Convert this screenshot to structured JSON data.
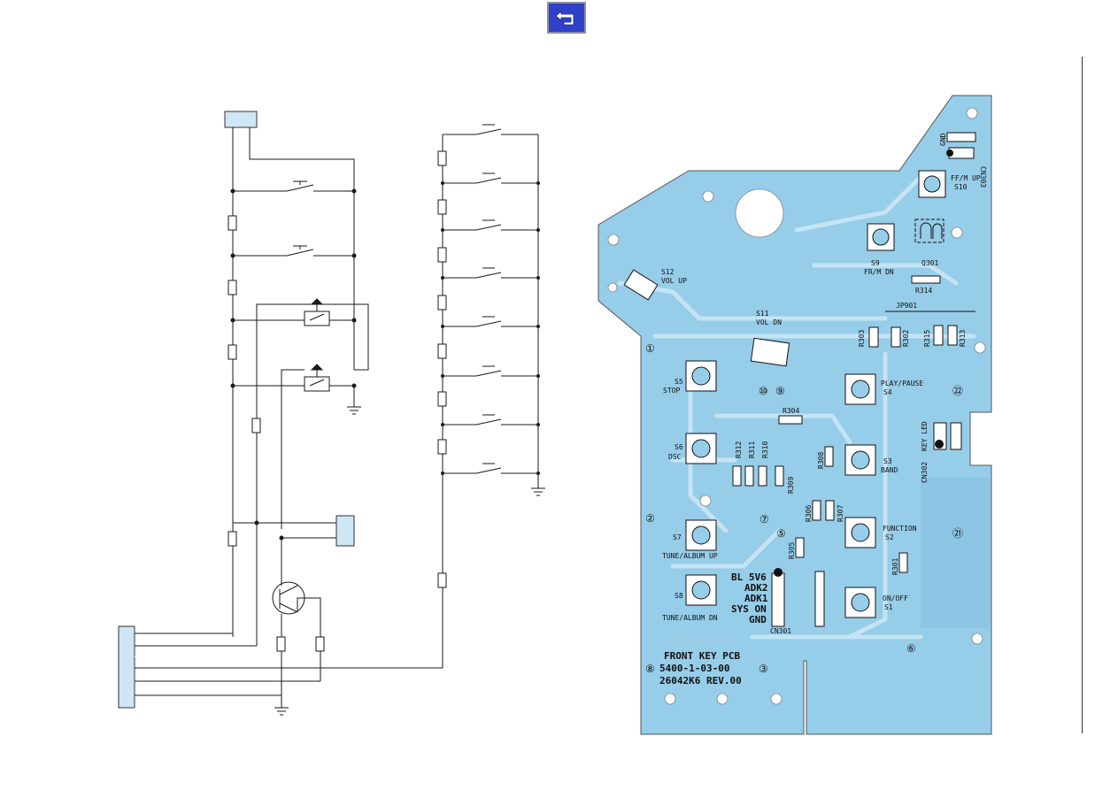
{
  "nav": {
    "back_icon": "return-arrow-icon"
  },
  "colors": {
    "button_bg": "#2f41c8",
    "pcb_fill": "#96cde9",
    "pcb_trace": "#c4e4f4"
  },
  "pcb": {
    "switches": {
      "s12": "S12",
      "s12_name": "VOL UP",
      "s11": "S11",
      "s11_name": "VOL DN",
      "s10": "S10",
      "s10_name": "FF/M UP",
      "s9": "S9",
      "s9_name": "FR/M DN",
      "s5": "S5",
      "s5_name": "STOP",
      "s6": "S6",
      "s6_name": "DSC",
      "s7": "S7",
      "s7_name": "TUNE/ALBUM UP",
      "s8": "S8",
      "s8_name": "TUNE/ALBUM DN",
      "s4": "S4",
      "s4_name": "PLAY/PAUSE",
      "s3": "S3",
      "s3_name": "BAND",
      "s2": "S2",
      "s2_name": "FUNCTION",
      "s1": "S1",
      "s1_name": "ON/OFF"
    },
    "resistors": {
      "r314": "R314",
      "r303": "R303",
      "r302": "R302",
      "r315": "R315",
      "r313": "R313",
      "r304": "R304",
      "r312": "R312",
      "r311": "R311",
      "r310": "R310",
      "r309": "R309",
      "r308": "R308",
      "r306": "R306",
      "r307": "R307",
      "r305": "R305",
      "r301": "R301"
    },
    "other": {
      "q301": "Q301",
      "jp901": "JP901",
      "gnd": "GND",
      "cn303": "CN303",
      "cn302": "CN302",
      "key_led": "KEY LED",
      "cn301": "CN301"
    },
    "cn301_pins": [
      "BL 5V6",
      "ADK2",
      "ADK1",
      "SYS ON",
      "GND"
    ],
    "markers": {
      "m1": "①",
      "m2": "②",
      "m3": "③",
      "m6": "⑥",
      "m7": "⑦",
      "m5": "⑤",
      "m9": "⑨",
      "m10": "⑩",
      "m21": "㉑",
      "m22": "㉒",
      "m8": "⑧"
    },
    "title": {
      "line1": "FRONT KEY PCB",
      "line2": "5400-1-03-00",
      "line3": "26042K6 REV.00",
      "ghost": "FRONT KEY PCB"
    }
  }
}
